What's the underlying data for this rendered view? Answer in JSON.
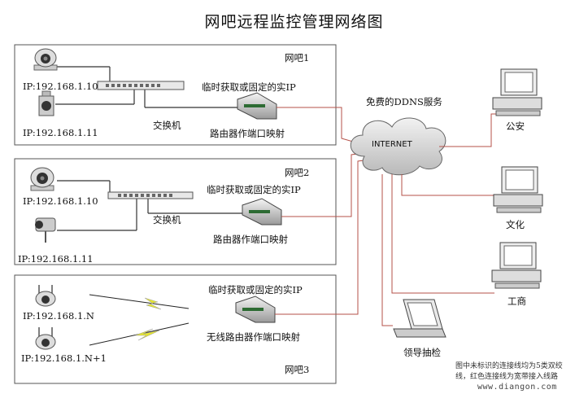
{
  "title": "网吧远程监控管理网络图",
  "cafe1": {
    "name": "网吧1",
    "cam1_ip": "IP:192.168.1.10",
    "cam2_ip": "IP:192.168.1.11",
    "switch_label": "交换机",
    "ip_note": "临时获取或固定的实IP",
    "router_label": "路由器作端口映射"
  },
  "cafe2": {
    "name": "网吧2",
    "cam1_ip": "IP:192.168.1.10",
    "cam2_ip": "IP:192.168.1.11",
    "switch_label": "交换机",
    "ip_note": "临时获取或固定的实IP",
    "router_label": "路由器作端口映射"
  },
  "cafe3": {
    "name": "网吧3",
    "cam1_ip": "IP:192.168.1.N",
    "cam2_ip": "IP:192.168.1.N+1",
    "ip_note": "临时获取或固定的实IP",
    "router_label": "无线路由器作端口映射"
  },
  "internet": {
    "label": "INTERNET",
    "ddns": "免费的DDNS服务"
  },
  "clients": {
    "police": "公安",
    "culture": "文化",
    "commerce": "工商",
    "leader": "领导抽检"
  },
  "note": {
    "line1": "图中未标识的连接线均为5类双绞",
    "line2": "线，红色连接线为宽带接入线路"
  },
  "watermark": "www.diangon.com",
  "colors": {
    "link_red": "#b5524a",
    "lan_line": "#333333",
    "lightning": "#e6e630"
  }
}
